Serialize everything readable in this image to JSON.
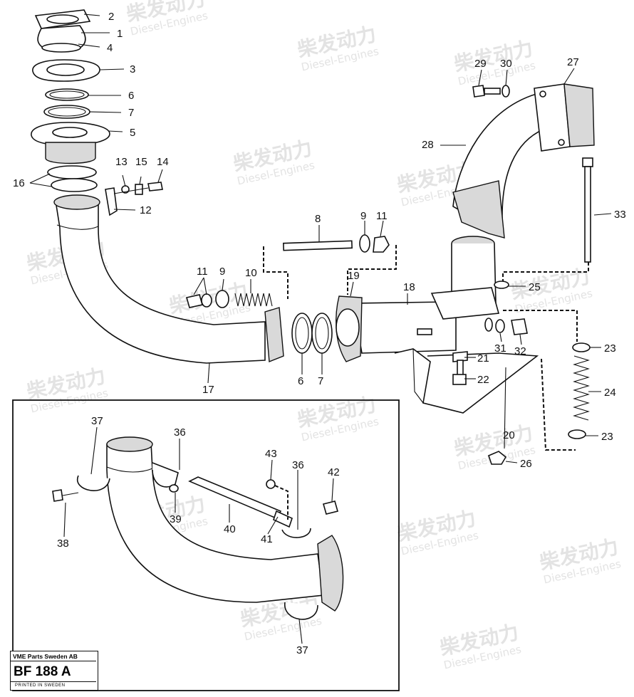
{
  "watermark": {
    "brand": "柴发动力",
    "subtitle": "Diesel-Engines"
  },
  "title_block": {
    "company": "VME Parts Sweden AB",
    "code": "BF 188 A",
    "printed": "PRINTED IN SWEDEN"
  },
  "callouts": [
    "1",
    "2",
    "3",
    "4",
    "5",
    "6",
    "7",
    "8",
    "9",
    "10",
    "11",
    "12",
    "13",
    "14",
    "15",
    "16",
    "17",
    "18",
    "19",
    "20",
    "21",
    "22",
    "23",
    "24",
    "25",
    "26",
    "27",
    "28",
    "29",
    "30",
    "31",
    "32",
    "33",
    "36",
    "37",
    "38",
    "39",
    "40",
    "41",
    "42",
    "43"
  ]
}
